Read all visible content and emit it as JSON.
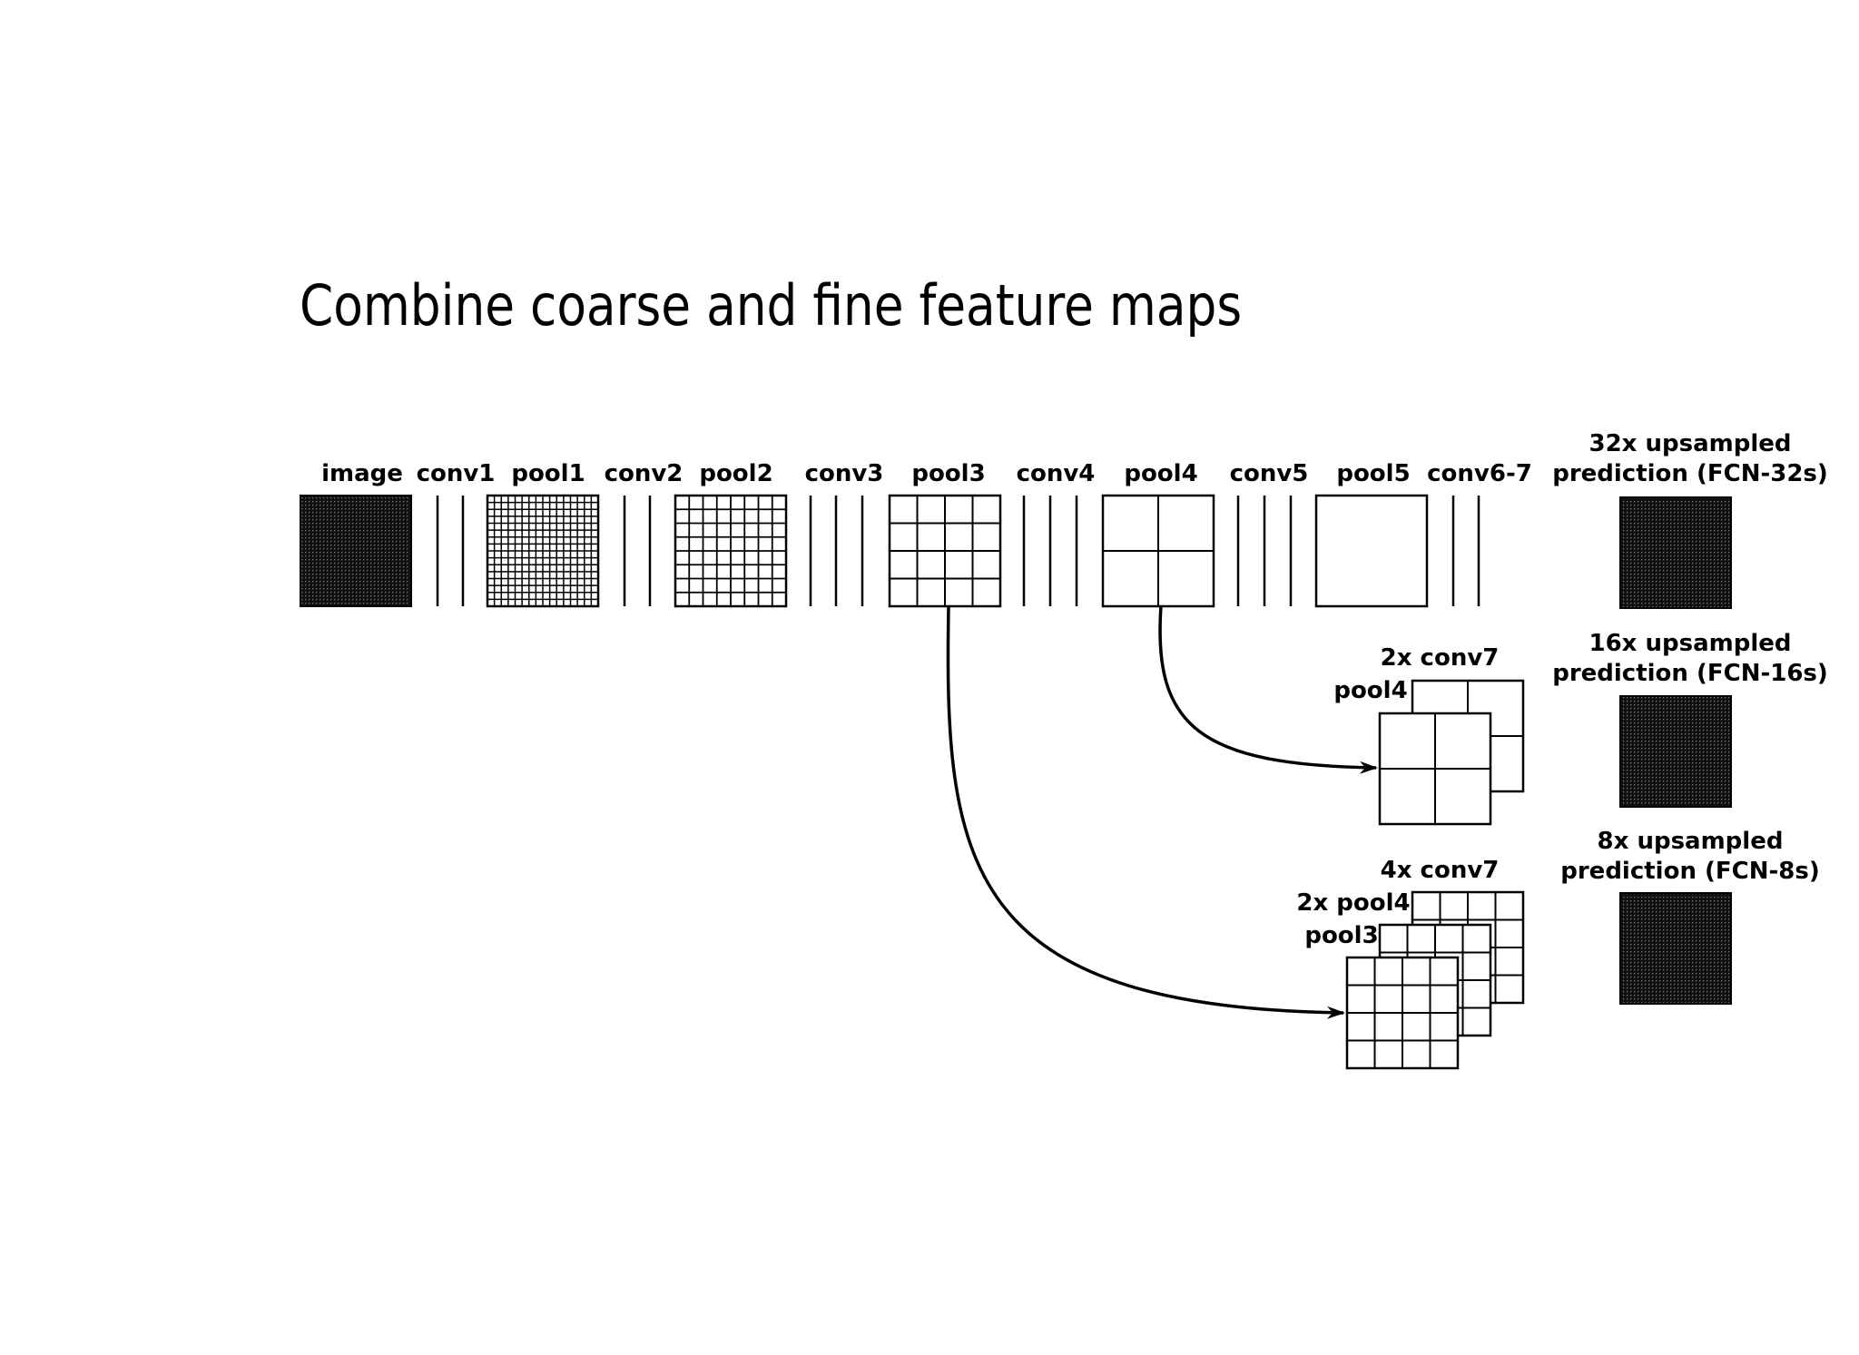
{
  "title": "Combine coarse and fine feature maps",
  "layers": {
    "image": "image",
    "conv1": "conv1",
    "pool1": "pool1",
    "conv2": "conv2",
    "pool2": "pool2",
    "conv3": "conv3",
    "pool3": "pool3",
    "conv4": "conv4",
    "pool4": "pool4",
    "conv5": "conv5",
    "pool5": "pool5",
    "conv67": "conv6-7"
  },
  "predictions": {
    "fcn32": {
      "line1": "32x upsampled",
      "line2": "prediction (FCN-32s)"
    },
    "fcn16": {
      "line1": "16x upsampled",
      "line2": "prediction (FCN-16s)"
    },
    "fcn8": {
      "line1": "8x upsampled",
      "line2": "prediction (FCN-8s)"
    }
  },
  "fusion16": {
    "top": "2x conv7",
    "bottom": "pool4"
  },
  "fusion8": {
    "top": "4x conv7",
    "mid": "2x pool4",
    "bottom": "pool3"
  },
  "colors": {
    "ink": "#000000",
    "background": "#ffffff"
  }
}
